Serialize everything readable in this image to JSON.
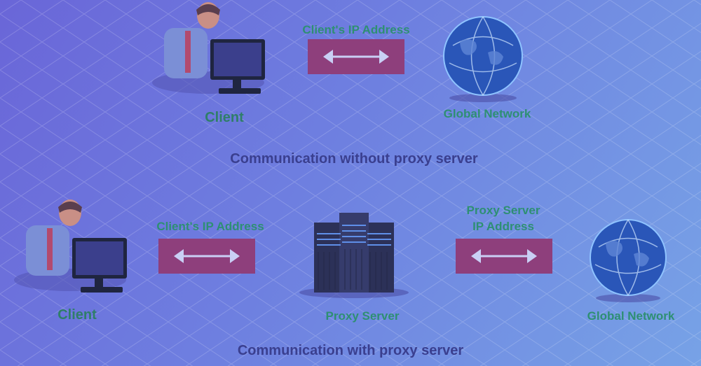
{
  "top": {
    "arrow_label": "Client's IP Address",
    "client_label": "Client",
    "network_label": "Global Network",
    "caption": "Communication without proxy server"
  },
  "bottom": {
    "arrow1_label": "Client's IP Address",
    "arrow2_label_line1": "Proxy Server",
    "arrow2_label_line2": "IP Address",
    "client_label": "Client",
    "proxy_label": "Proxy Server",
    "network_label": "Global Network",
    "caption": "Communication with proxy server"
  },
  "colors": {
    "label_green": "#2e8f73",
    "caption_blue": "#3a3f8f",
    "arrow_box": "#8e3f7c"
  }
}
